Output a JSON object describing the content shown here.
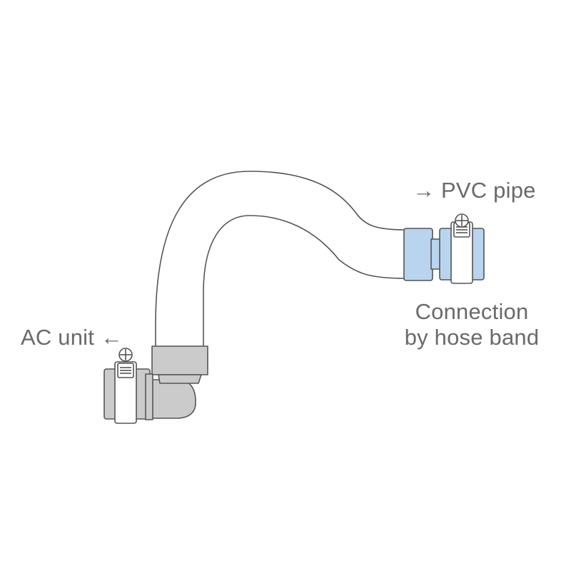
{
  "labels": {
    "pvc_pipe": "→ PVC pipe",
    "ac_unit": "AC unit ←",
    "connection_line1": "Connection",
    "connection_line2": "by hose band"
  },
  "colors": {
    "outline": "#555555",
    "hose_fill": "#ffffff",
    "ac_fitting_fill": "#cbcbcb",
    "pvc_fitting_fill": "#b8d4ef",
    "band_fill": "#ffffff",
    "text": "#6a6a6a"
  },
  "icons": {
    "ac_side_clamp": "hose-band-clamp-icon",
    "pvc_side_clamp": "hose-band-clamp-icon"
  }
}
